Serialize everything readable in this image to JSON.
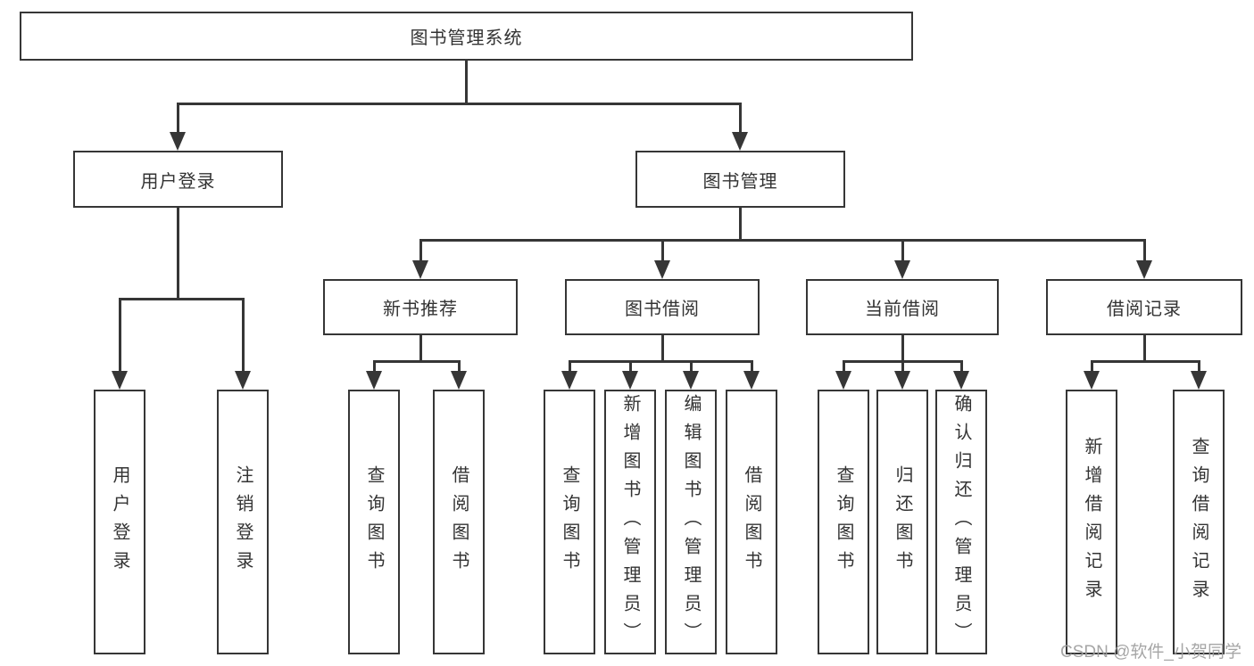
{
  "colors": {
    "line": "#363636",
    "text": "#333333",
    "background": "#ffffff",
    "watermark": "#9e9e9e"
  },
  "watermark": {
    "text": "CSDN @软件_小贺同学"
  },
  "nodes": {
    "root": {
      "label": "图书管理系统"
    },
    "level2": {
      "user_login": {
        "label": "用户登录"
      },
      "book_mgmt": {
        "label": "图书管理"
      }
    },
    "level3": {
      "new_book_rec": {
        "label": "新书推荐"
      },
      "book_borrow": {
        "label": "图书借阅"
      },
      "current_borrow": {
        "label": "当前借阅"
      },
      "borrow_record": {
        "label": "借阅记录"
      }
    },
    "leaves": {
      "login": {
        "label": "用户登录"
      },
      "logout": {
        "label": "注销登录"
      },
      "rec_query": {
        "label": "查询图书"
      },
      "rec_borrow": {
        "label": "借阅图书"
      },
      "bb_query": {
        "label": "查询图书"
      },
      "bb_add": {
        "label": "新增图书（管理员）"
      },
      "bb_edit": {
        "label": "编辑图书（管理员）"
      },
      "bb_borrow": {
        "label": "借阅图书"
      },
      "cb_query": {
        "label": "查询图书"
      },
      "cb_return": {
        "label": "归还图书"
      },
      "cb_confirm": {
        "label": "确认归还（管理员）"
      },
      "br_add": {
        "label": "新增借阅记录"
      },
      "br_query": {
        "label": "查询借阅记录"
      }
    }
  }
}
